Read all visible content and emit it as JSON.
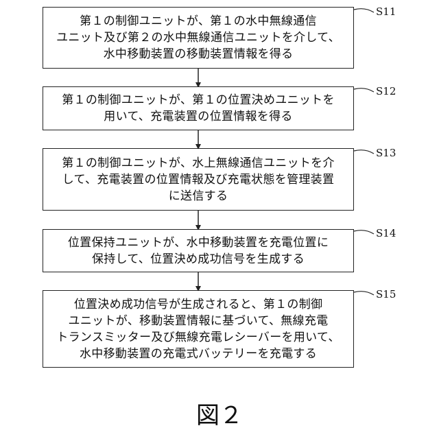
{
  "steps": [
    {
      "label": "S11",
      "text": "第１の制御ユニットが、第１の水中無線通信\nユニット及び第２の水中無線通信ユニットを介して、\n水中移動装置の移動装置情報を得る"
    },
    {
      "label": "S12",
      "text": "第１の制御ユニットが、第１の位置決めユニットを\n用いて、充電装置の位置情報を得る"
    },
    {
      "label": "S13",
      "text": "第１の制御ユニットが、水上無線通信ユニットを介\nして、充電装置の位置情報及び充電状態を管理装置\nに送信する"
    },
    {
      "label": "S14",
      "text": "位置保持ユニットが、水中移動装置を充電位置に\n保持して、位置決め成功信号を生成する"
    },
    {
      "label": "S15",
      "text": "位置決め成功信号が生成されると、第１の制御\nユニットが、移動装置情報に基づいて、無線充電\nトランスミッター及び無線充電レシーバーを用いて、\n水中移動装置の充電式バッテリーを充電する"
    }
  ],
  "caption": "図２"
}
